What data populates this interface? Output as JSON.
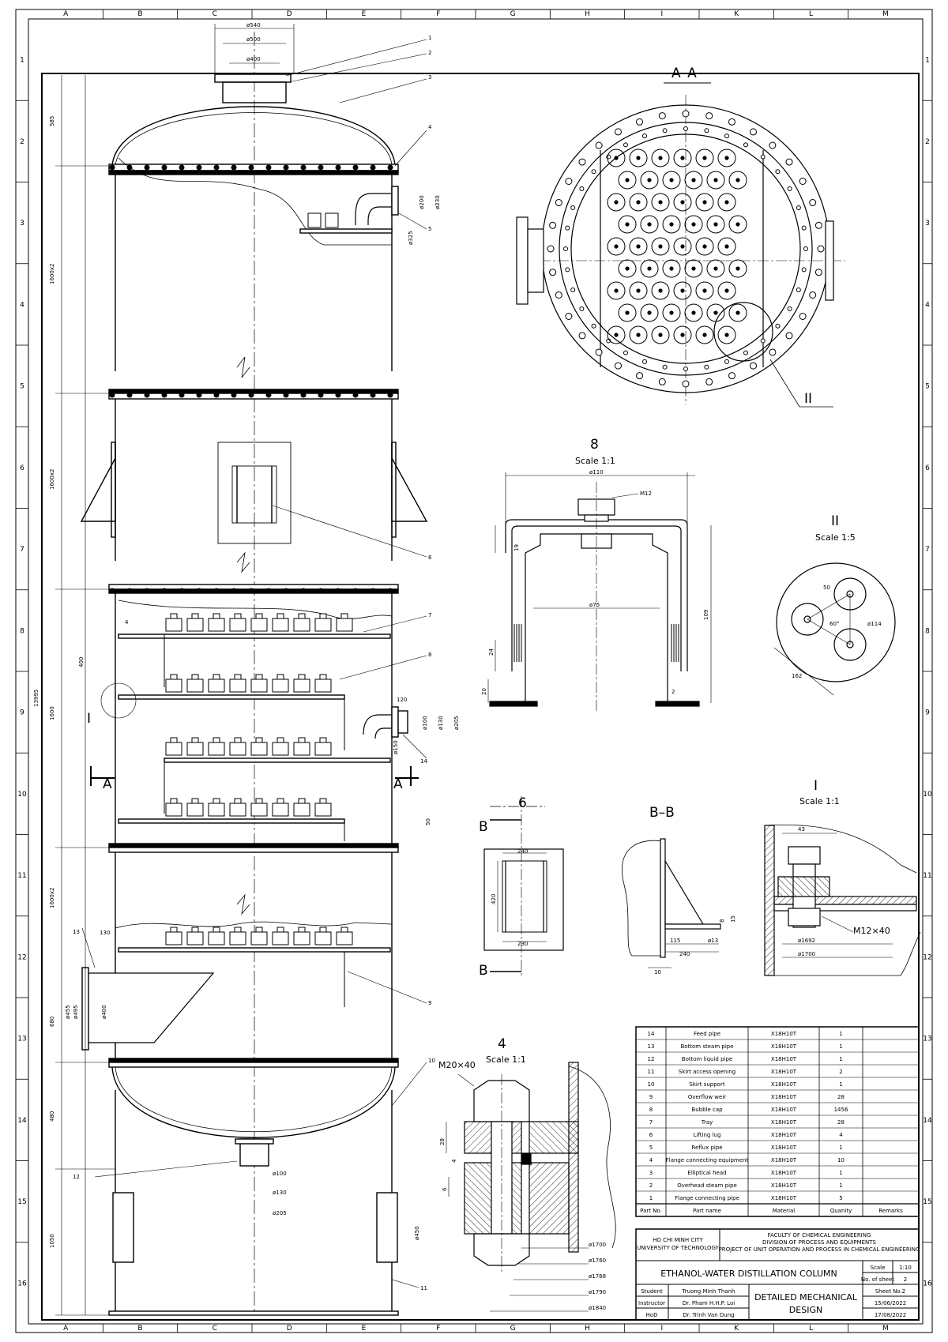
{
  "grid": {
    "cols": [
      "A",
      "B",
      "C",
      "D",
      "E",
      "F",
      "G",
      "H",
      "I",
      "K",
      "L",
      "M"
    ],
    "rows": [
      "1",
      "2",
      "3",
      "4",
      "5",
      "6",
      "7",
      "8",
      "9",
      "10",
      "11",
      "12",
      "13",
      "14",
      "15",
      "16"
    ]
  },
  "main_view": {
    "dims": [
      "ø540",
      "ø500",
      "ø400",
      "585",
      "1600x2",
      "1600x2",
      "1600",
      "1600x2",
      "13995",
      "680",
      "480",
      "1050",
      "400",
      "4",
      "120",
      "ø200",
      "ø230",
      "ø325",
      "ø100",
      "ø130",
      "ø205",
      "ø150",
      "ø455",
      "ø495",
      "ø400",
      "ø100",
      "ø130",
      "ø205",
      "ø450",
      "50",
      "130"
    ],
    "callouts": [
      "1",
      "2",
      "3",
      "4",
      "5",
      "6",
      "7",
      "8",
      "9",
      "10",
      "11",
      "12",
      "13",
      "14"
    ],
    "section_marks": [
      "A",
      "A"
    ],
    "detail_marks": [
      "I"
    ]
  },
  "section_aa": {
    "title": "A–A",
    "detail_ref": "II"
  },
  "detail8": {
    "title": "8",
    "scale": "Scale 1:1",
    "dims": [
      "ø110",
      "M12",
      "19",
      "ø75",
      "109",
      "24",
      "20",
      "2"
    ]
  },
  "detail2": {
    "title": "II",
    "scale": "Scale 1:5",
    "dims": [
      "50",
      "60°",
      "ø114",
      "162"
    ]
  },
  "detail6": {
    "title": "6",
    "section_label": "B",
    "dims": [
      "240",
      "420",
      "230"
    ]
  },
  "section_bb": {
    "title": "B–B",
    "dims": [
      "115",
      "240",
      "ø13",
      "10",
      "8",
      "15"
    ]
  },
  "detail1": {
    "title": "I",
    "scale": "Scale 1:1",
    "dims": [
      "43",
      "M12×40",
      "ø1692",
      "ø1700"
    ]
  },
  "detail4": {
    "title": "4",
    "scale": "Scale 1:1",
    "bolt": "M20×40",
    "dims": [
      "28",
      "4",
      "6",
      "ø1700",
      "ø1760",
      "ø1768",
      "ø1790",
      "ø1840"
    ]
  },
  "parts_list": {
    "headers": [
      "Part No.",
      "Part name",
      "Material",
      "Quanity",
      "Remarks"
    ],
    "rows": [
      [
        "14",
        "Feed pipe",
        "X18H10T",
        "1",
        ""
      ],
      [
        "13",
        "Bottom steam pipe",
        "X18H10T",
        "1",
        ""
      ],
      [
        "12",
        "Bottom liquid pipe",
        "X18H10T",
        "1",
        ""
      ],
      [
        "11",
        "Skirt access opening",
        "X18H10T",
        "2",
        ""
      ],
      [
        "10",
        "Skirt support",
        "X18H10T",
        "1",
        ""
      ],
      [
        "9",
        "Overflow weir",
        "X18H10T",
        "28",
        ""
      ],
      [
        "8",
        "Bubble cap",
        "X18H10T",
        "1456",
        ""
      ],
      [
        "7",
        "Tray",
        "X18H10T",
        "28",
        ""
      ],
      [
        "6",
        "Lifting lug",
        "X18H10T",
        "4",
        ""
      ],
      [
        "5",
        "Reflux pipe",
        "X18H10T",
        "1",
        ""
      ],
      [
        "4",
        "Flange connecting equipment",
        "X18H10T",
        "10",
        ""
      ],
      [
        "3",
        "Elliptical head",
        "X18H10T",
        "1",
        ""
      ],
      [
        "2",
        "Overhead steam pipe",
        "X18H10T",
        "1",
        ""
      ],
      [
        "1",
        "Flange connecting pipe",
        "X18H10T",
        "5",
        ""
      ]
    ]
  },
  "title_block": {
    "university_1": "HO CHI MINH CITY",
    "university_2": "UNIVERSITY OF TECHNOLOGY",
    "faculty_1": "FACULTY OF CHEMICAL ENGINEERING",
    "faculty_2": "DIVISION OF PROCESS AND EQUIPMENTS",
    "faculty_3": "PROJECT OF UNIT OPERATION AND PROCESS IN CHEMICAL ENGINEERING",
    "drawing_title": "ETHANOL-WATER DISTILLATION COLUMN",
    "sheet_title_1": "DETAILED MECHANICAL",
    "sheet_title_2": "DESIGN",
    "scale_label": "Scale",
    "scale_value": "1:10",
    "sheets_label": "No. of sheet",
    "sheets_value": "2",
    "sheet_no": "Sheet No.2",
    "date_1": "15/06/2022",
    "date_2": "17/08/2022",
    "roles": [
      {
        "role": "Student",
        "name": "Truong Minh Thanh"
      },
      {
        "role": "Instructor",
        "name": "Dr. Pham H.H.P. Loi"
      },
      {
        "role": "HoD",
        "name": "Dr. Trinh Van Dung"
      }
    ]
  }
}
